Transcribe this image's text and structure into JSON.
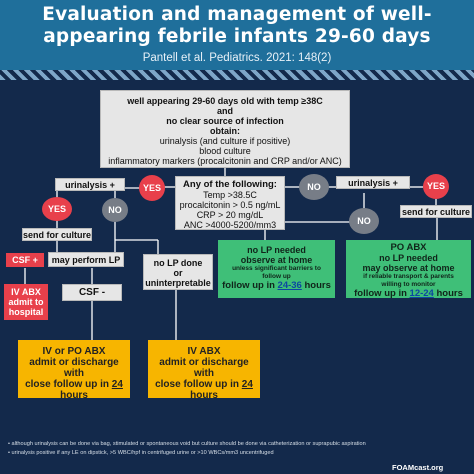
{
  "header": {
    "title_line1": "Evaluation and management of well-",
    "title_line2": "appearing febrile infants 29-60 days",
    "subtitle": "Pantell et al. Pediatrics. 2021: 148(2)"
  },
  "top_box": {
    "line1": "well appearing 29-60 days old with temp ≥38C",
    "line2": "and",
    "line3": "no clear source of infection",
    "line4": "obtain:",
    "line5": "urinalysis (and culture if positive)",
    "line6": "blood culture",
    "line7": "inflammatory markers (procalcitonin and CRP and/or ANC)"
  },
  "left": {
    "ua_label": "urinalysis +",
    "yes_circle": "YES",
    "no_circle": "NO",
    "send_culture": "send for culture",
    "csf_plus": "CSF +",
    "may_perform_lp": "may perform LP",
    "csf_minus": "CSF -",
    "iv_abx_line1": "IV ABX",
    "iv_abx_line2": "admit to",
    "iv_abx_line3": "hospital",
    "no_lp_line1": "no LP done",
    "no_lp_line2": "or",
    "no_lp_line3": "uninterpretable",
    "iv_po_line1": "IV or PO ABX",
    "iv_po_line2": "admit or discharge with",
    "iv_po_line3": "close follow up in",
    "iv_po_hours": "24",
    "iv_po_unit": "hours",
    "iv_line1": "IV ABX",
    "iv_line2": "admit or discharge with",
    "iv_line3": "close follow up in",
    "iv_hours": "24",
    "iv_unit": "hours"
  },
  "center": {
    "title": "Any of the following:",
    "item1": "Temp >38.5C",
    "item2": "procalcitonin > 0.5 ng/mL",
    "item3": "CRP > 20 mg/dL",
    "item4": "ANC >4000-5200/mm3",
    "yes_circle": "YES",
    "no_circle": "NO"
  },
  "right": {
    "ua_label": "urinalysis +",
    "yes_circle": "YES",
    "no_circle": "NO",
    "send_culture": "send for culture",
    "no_lp_line1": "no LP needed",
    "no_lp_line2": "observe at home",
    "no_lp_small1": "unless significant barriers to",
    "no_lp_small2": "follow up",
    "no_lp_follow": "follow up in",
    "no_lp_hours": "24-36",
    "no_lp_unit": "hours",
    "po_line1": "PO ABX",
    "po_line2": "no LP needed",
    "po_line3": "may observe at home",
    "po_small1": "if reliable transport & parents",
    "po_small2": "willing to monitor",
    "po_follow": "follow up in",
    "po_hours": "12-24",
    "po_unit": "hours"
  },
  "footer": {
    "note1": "• although urinalysis can be done via bag, stimulated or spontaneous void but culture should be done via catheterization or suprapubic aspiration",
    "note2": "• urinalysis positive if any LE on dipstick, >5 WBC/hpf in centrifuged urine or >10 WBCs/mm3 uncentrifuged",
    "brand": "FOAMcast.org"
  },
  "colors": {
    "background": "#13294b",
    "header": "#1f6f9b",
    "red": "#e8404b",
    "green": "#3fbf78",
    "orange": "#f7b500",
    "gray": "#e6e6e6",
    "circle_gray": "#777d87"
  }
}
